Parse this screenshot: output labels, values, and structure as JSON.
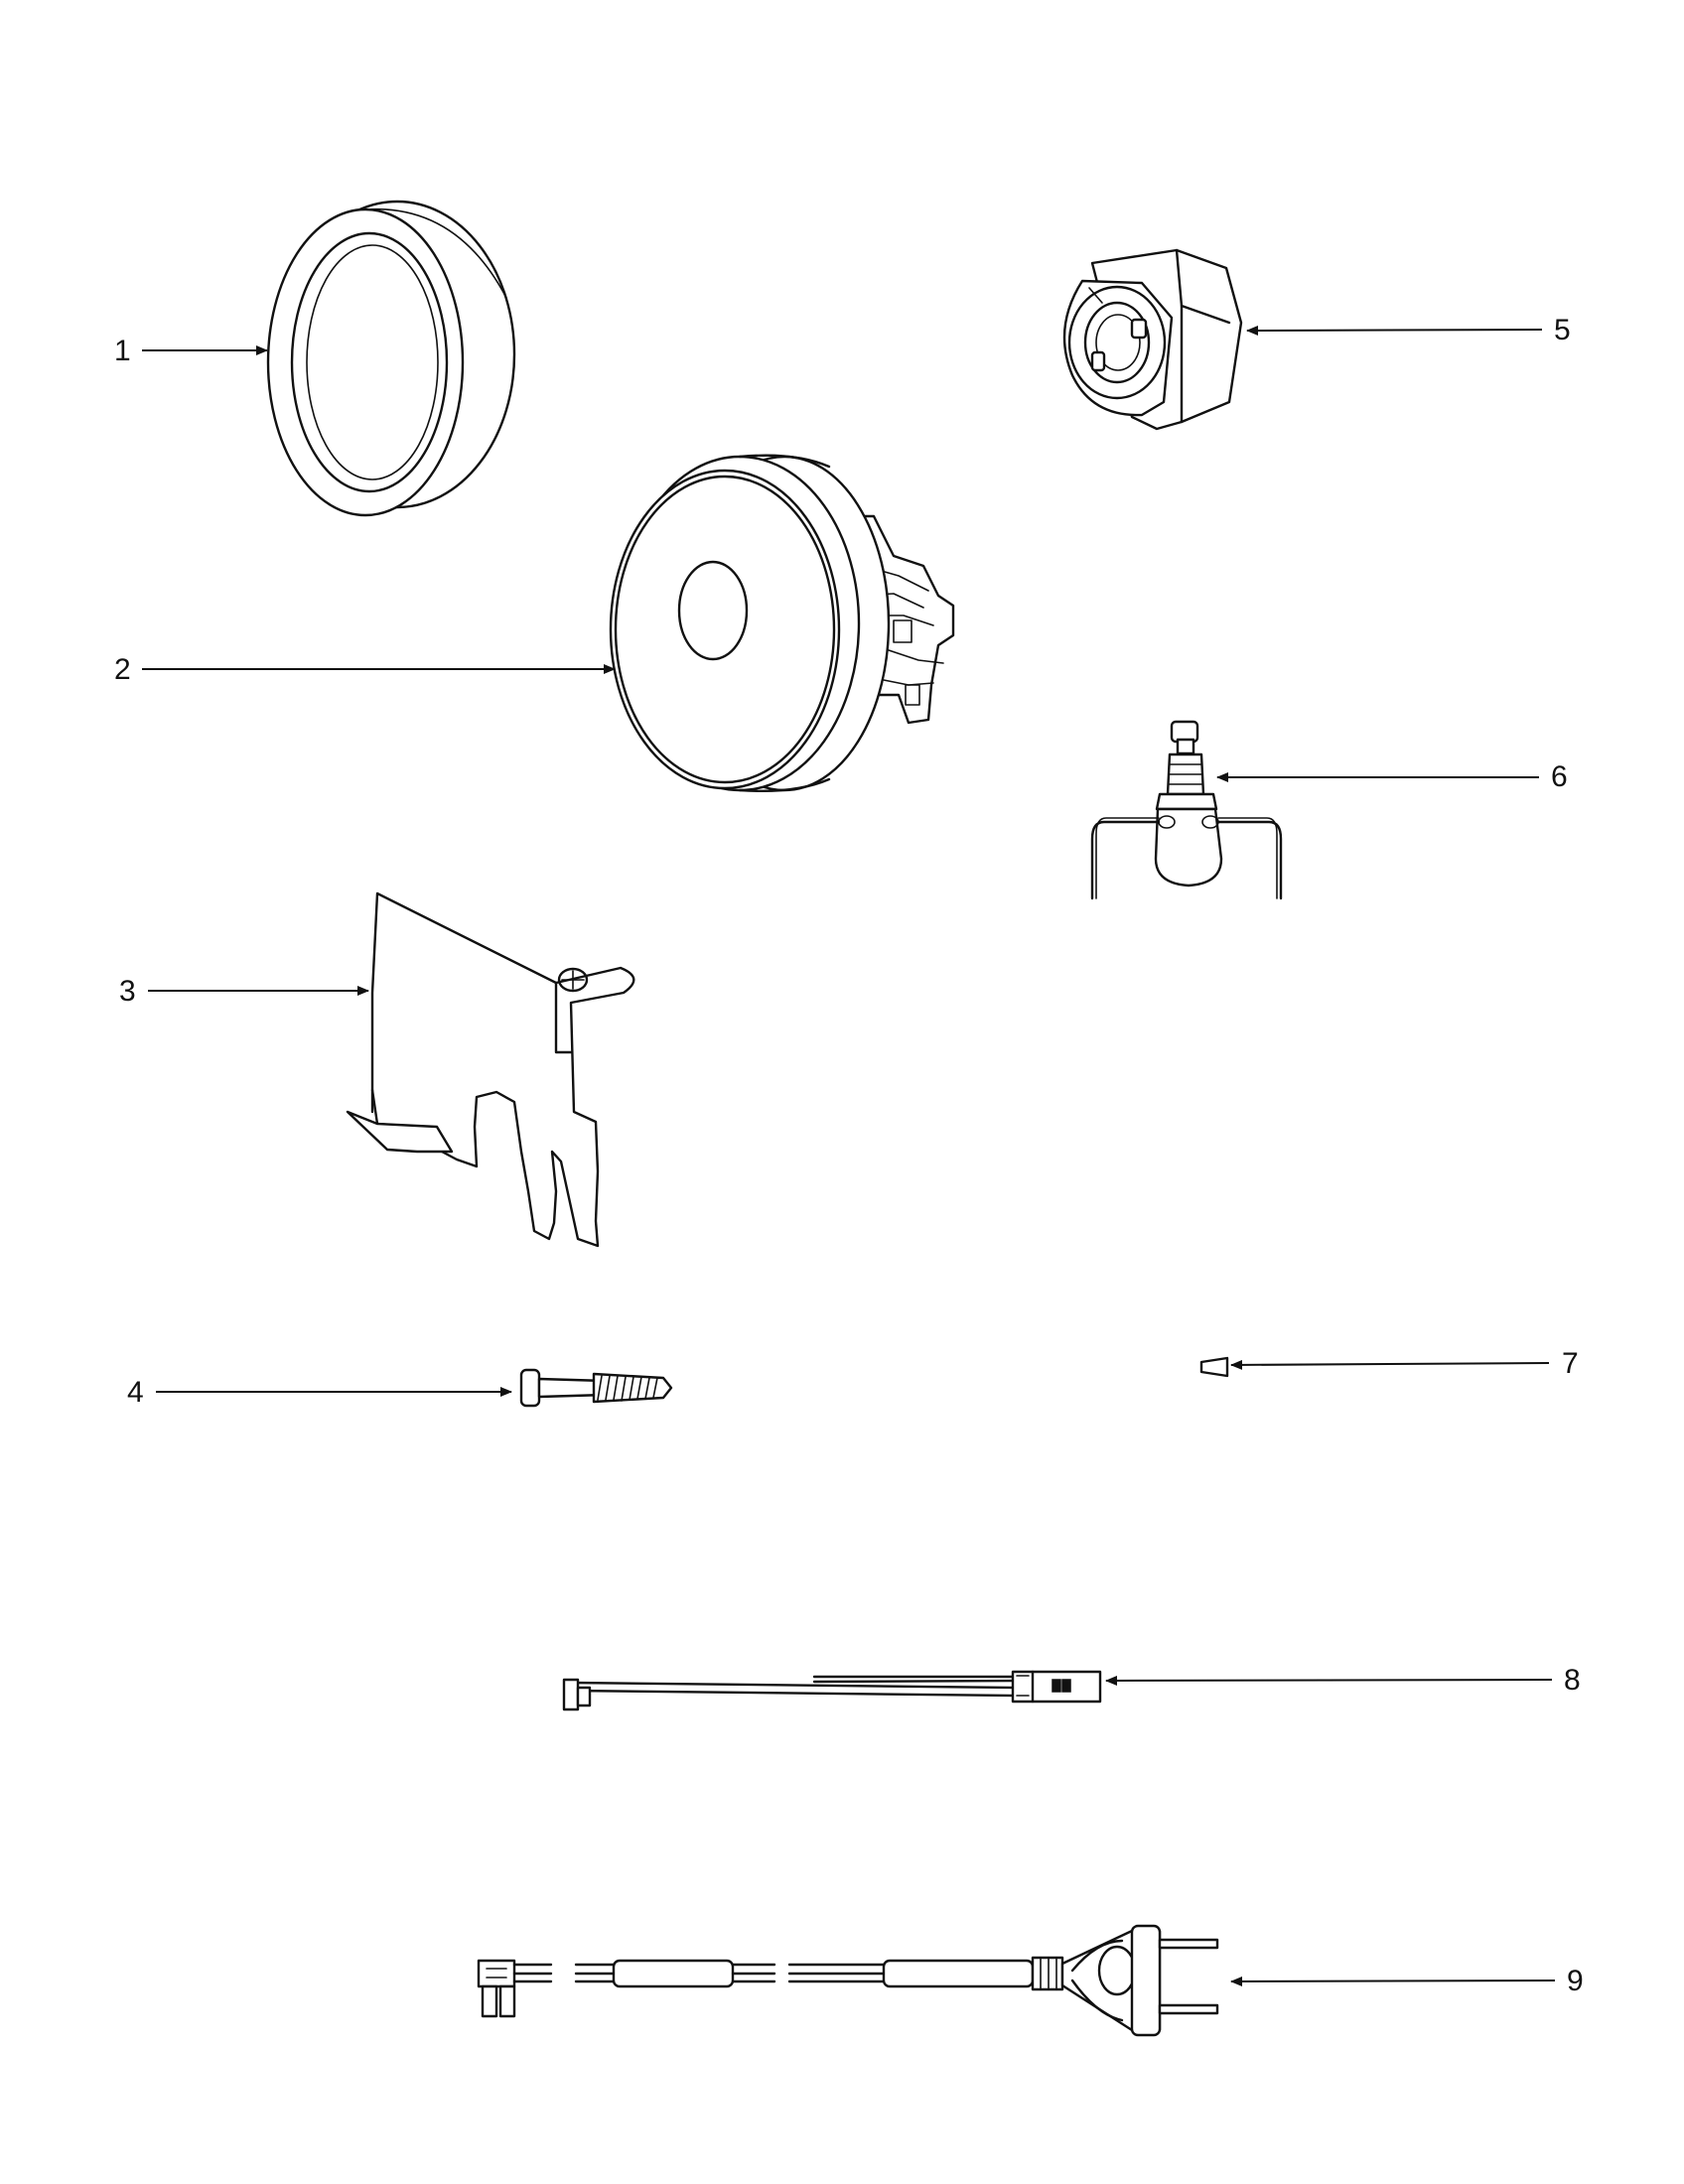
{
  "callouts": [
    "1",
    "2",
    "3",
    "4",
    "5",
    "6",
    "7",
    "8",
    "9"
  ],
  "colors": {
    "ink": "#111111",
    "paper": "#ffffff"
  }
}
